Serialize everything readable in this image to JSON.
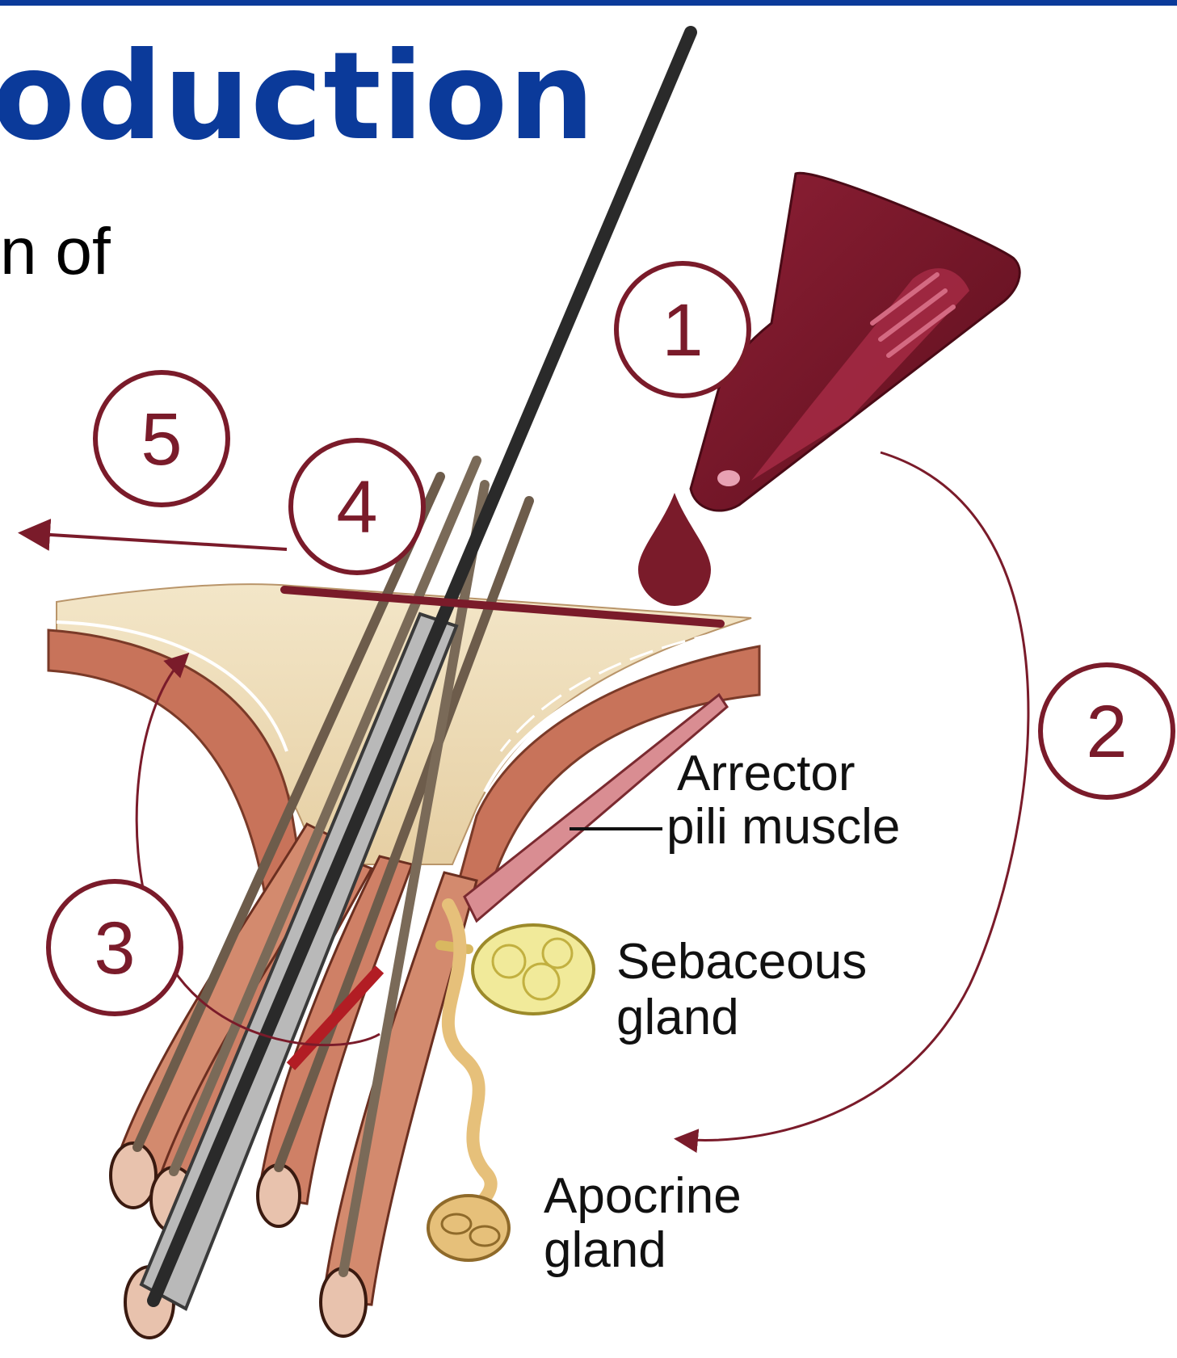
{
  "slide": {
    "title": "oduction",
    "body_text": "n of"
  },
  "labels": {
    "arrector_line1": "Arrector",
    "arrector_line2": "pili muscle",
    "sebaceous_line1": "Sebaceous",
    "sebaceous_line2": "gland",
    "apocrine_line1": "Apocrine",
    "apocrine_line2": "gland"
  },
  "steps": [
    "1",
    "2",
    "3",
    "4",
    "5"
  ],
  "colors": {
    "title": "#0b3a9a",
    "accent": "#7a1b2a",
    "skin": "#efdcb6",
    "follicle": "#c8735a",
    "hair": "#2a2a2a"
  },
  "icons": {
    "applicator": "pipette-applicator-icon",
    "drop": "drop-icon"
  }
}
